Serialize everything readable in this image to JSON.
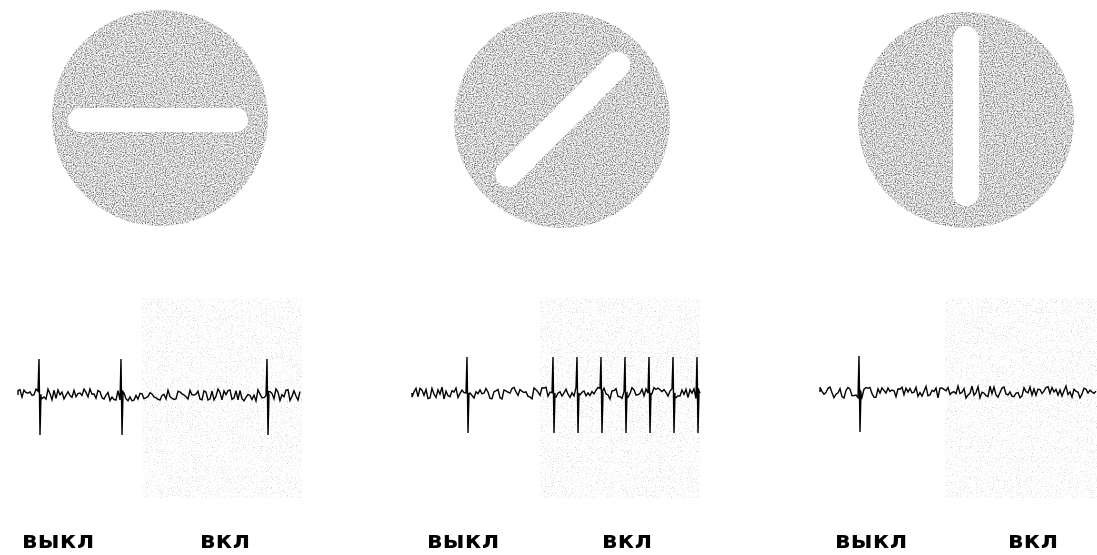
{
  "colors": {
    "foreground": "#000000",
    "background": "#ffffff"
  },
  "panels": [
    {
      "off_label": "выкл",
      "on_label": "вкл",
      "bar_angle_deg": 0
    },
    {
      "off_label": "выкл",
      "on_label": "вкл",
      "bar_angle_deg": 45
    },
    {
      "off_label": "выкл",
      "on_label": "вкл",
      "bar_angle_deg": 90
    }
  ]
}
